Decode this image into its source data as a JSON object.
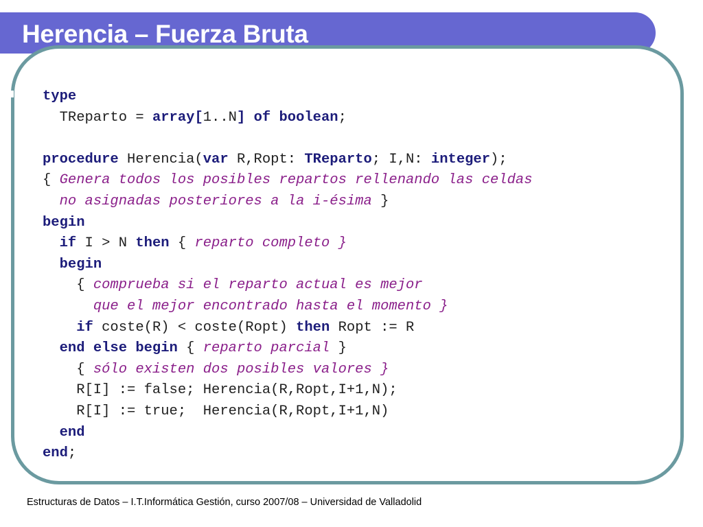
{
  "slide": {
    "title": "Herencia – Fuerza Bruta",
    "footer": "Estructuras de Datos – I.T.Informática Gestión, curso 2007/08 – Universidad de Valladolid"
  },
  "code_lines": [
    [
      {
        "t": "kw",
        "v": "type"
      }
    ],
    [
      {
        "t": "tx",
        "v": "  TReparto = "
      },
      {
        "t": "kw",
        "v": "array["
      },
      {
        "t": "tx",
        "v": "1..N"
      },
      {
        "t": "kw",
        "v": "] of boolean"
      },
      {
        "t": "tx",
        "v": ";"
      }
    ],
    [],
    [
      {
        "t": "kw",
        "v": "procedure"
      },
      {
        "t": "tx",
        "v": " Herencia("
      },
      {
        "t": "kw",
        "v": "var"
      },
      {
        "t": "tx",
        "v": " R,Ropt: "
      },
      {
        "t": "kw",
        "v": "TReparto"
      },
      {
        "t": "tx",
        "v": "; I,N: "
      },
      {
        "t": "kw",
        "v": "integer"
      },
      {
        "t": "tx",
        "v": ");"
      }
    ],
    [
      {
        "t": "tx",
        "v": "{ "
      },
      {
        "t": "cm",
        "v": "Genera todos los posibles repartos rellenando las celdas"
      }
    ],
    [
      {
        "t": "tx",
        "v": "  "
      },
      {
        "t": "cm",
        "v": "no asignadas posteriores a la i-ésima"
      },
      {
        "t": "tx",
        "v": " }"
      }
    ],
    [
      {
        "t": "kw",
        "v": "begin"
      }
    ],
    [
      {
        "t": "tx",
        "v": "  "
      },
      {
        "t": "kw",
        "v": "if"
      },
      {
        "t": "tx",
        "v": " I > N "
      },
      {
        "t": "kw",
        "v": "then"
      },
      {
        "t": "tx",
        "v": " { "
      },
      {
        "t": "cm",
        "v": "reparto completo }"
      }
    ],
    [
      {
        "t": "tx",
        "v": "  "
      },
      {
        "t": "kw",
        "v": "begin"
      }
    ],
    [
      {
        "t": "tx",
        "v": "    { "
      },
      {
        "t": "cm",
        "v": "comprueba si el reparto actual es mejor"
      }
    ],
    [
      {
        "t": "tx",
        "v": "      "
      },
      {
        "t": "cm",
        "v": "que el mejor encontrado hasta el momento }"
      }
    ],
    [
      {
        "t": "tx",
        "v": "    "
      },
      {
        "t": "kw",
        "v": "if"
      },
      {
        "t": "tx",
        "v": " coste(R) < coste(Ropt) "
      },
      {
        "t": "kw",
        "v": "then"
      },
      {
        "t": "tx",
        "v": " Ropt := R"
      }
    ],
    [
      {
        "t": "tx",
        "v": "  "
      },
      {
        "t": "kw",
        "v": "end else begin"
      },
      {
        "t": "tx",
        "v": " { "
      },
      {
        "t": "cm",
        "v": "reparto parcial"
      },
      {
        "t": "tx",
        "v": " }"
      }
    ],
    [
      {
        "t": "tx",
        "v": "    { "
      },
      {
        "t": "cm",
        "v": "sólo existen dos posibles valores }"
      }
    ],
    [
      {
        "t": "tx",
        "v": "    R[I] := false; Herencia(R,Ropt,I+1,N);"
      }
    ],
    [
      {
        "t": "tx",
        "v": "    R[I] := true;  Herencia(R,Ropt,I+1,N)"
      }
    ],
    [
      {
        "t": "tx",
        "v": "  "
      },
      {
        "t": "kw",
        "v": "end"
      }
    ],
    [
      {
        "t": "kw",
        "v": "end"
      },
      {
        "t": "tx",
        "v": ";"
      }
    ]
  ]
}
